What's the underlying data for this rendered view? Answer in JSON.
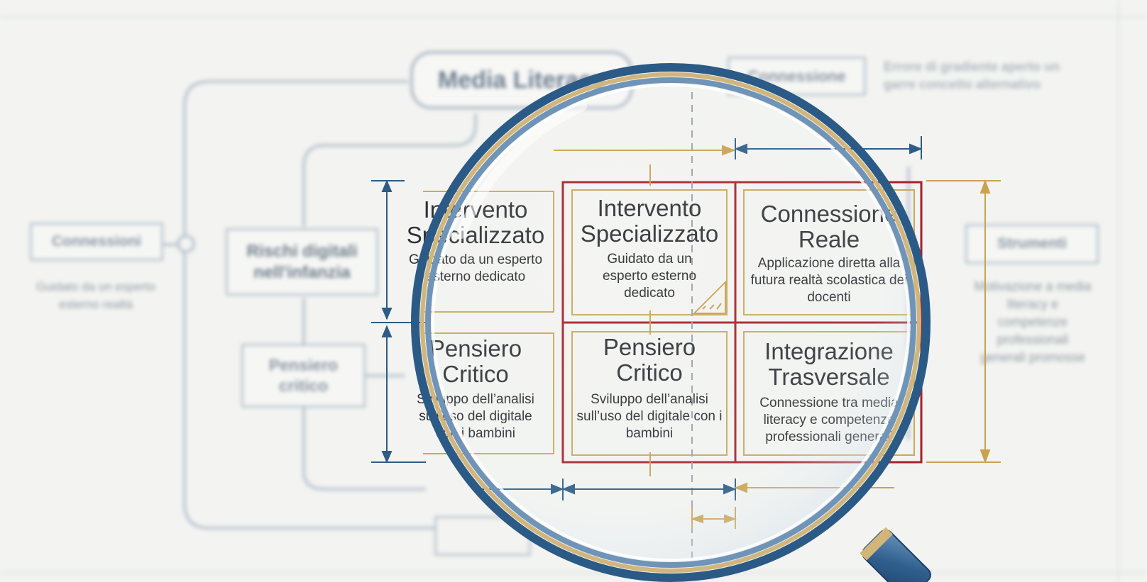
{
  "background": {
    "media_literacy": "Media Literacy",
    "connessione_box": "Connessione",
    "connessione_note": "Errore di gradiente aperto un garre concetto alternativo",
    "connessioni_box": "Connessioni",
    "connessioni_note": "Guidato da un esperto esterno realtà",
    "rischi_box": "Rischi digitali nell'infanzia",
    "pensiero_box": "Pensiero critico",
    "strumenti_box": "Strumenti",
    "strumenti_note": "Motivazione a media literacy e competenze professionali generali promosse"
  },
  "grid": {
    "cells": [
      {
        "title": "Intervento Specializzato",
        "text": "Guidato da un esperto esterno dedicato"
      },
      {
        "title": "Connessione Reale",
        "text": "Applicazione diretta alla futura realtà scolastica dei docenti"
      },
      {
        "title": "Pensiero Critico",
        "text": "Sviluppo dell’analisi sull’uso del digitale con i bambini"
      },
      {
        "title": "Integrazione Trasversale",
        "text": "Connessione tra media literacy e competenze professionali generali"
      }
    ],
    "left_partial": [
      {
        "title": "Intervento Specializzato",
        "text": "Guidato da un esperto esterno dedicato"
      },
      {
        "title": "Pensiero Critico",
        "text": "Sviluppo dell’analisi sull’uso del digitale con i bambini"
      }
    ]
  },
  "colors": {
    "grid_red": "#a5222c",
    "inner_gold": "#c9a95a",
    "dim_blue": "#2e5c86",
    "dim_gold": "#c9a24e",
    "lens_ring_outer": "#2b5a86",
    "lens_ring_gold": "#d1b57a",
    "handle": "#2f5f8f"
  },
  "icons": [
    "magnifying-glass-icon",
    "set-square-icon"
  ]
}
